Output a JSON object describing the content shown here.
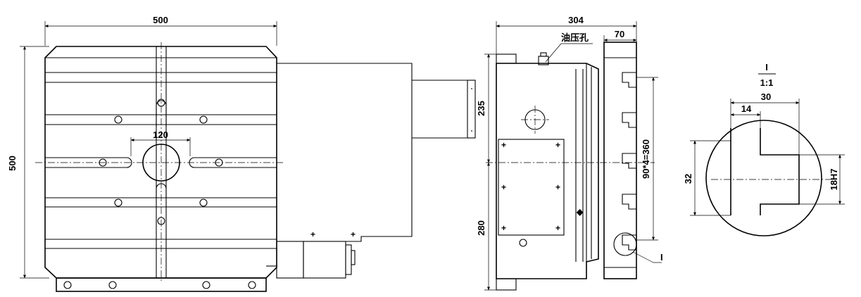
{
  "front_view": {
    "width_label": "500",
    "height_label": "500",
    "center_slot_label": "120"
  },
  "side_view": {
    "width_label": "304",
    "flange_label": "70",
    "oil_hole_label": "油压孔",
    "upper_height_label": "235",
    "lower_height_label": "280",
    "slot_spacing_label": "90*4=360",
    "detail_marker_label": "I"
  },
  "detail_view": {
    "title": "I",
    "scale": "1:1",
    "total_width_label": "30",
    "neck_width_label": "14",
    "height_label": "32",
    "slot_fit_label": "18H7"
  }
}
